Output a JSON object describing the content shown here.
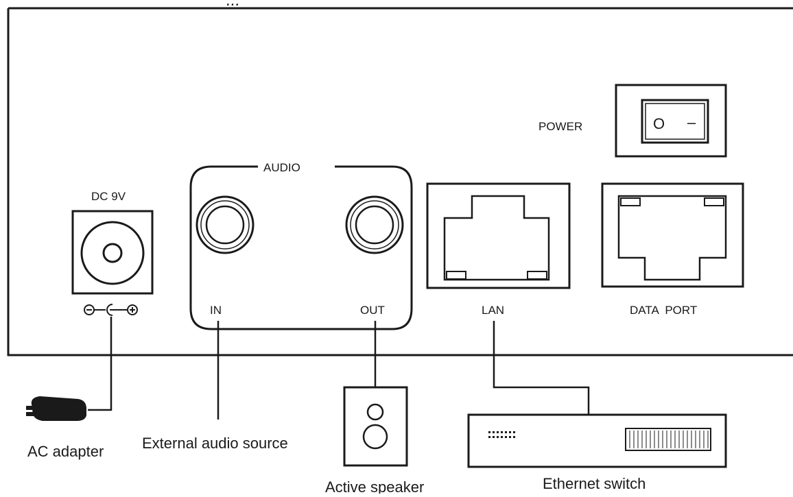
{
  "header_fragment": "...",
  "panel": {
    "power_label": "POWER",
    "switch_on_symbol": "O",
    "switch_off_symbol": "–",
    "dc_label": "DC 9V",
    "polarity_symbol": "⊖–←–⊕",
    "audio_label": "AUDIO",
    "audio_in_label": "IN",
    "audio_out_label": "OUT",
    "lan_label": "LAN",
    "data_port_label": "DATA  PORT"
  },
  "external": {
    "ac_adapter": "AC adapter",
    "audio_source": "External audio source",
    "speaker": "Active speaker",
    "switch": "Ethernet switch"
  },
  "colors": {
    "line": "#1a1a1a",
    "panel_fill": "#ffffff"
  }
}
